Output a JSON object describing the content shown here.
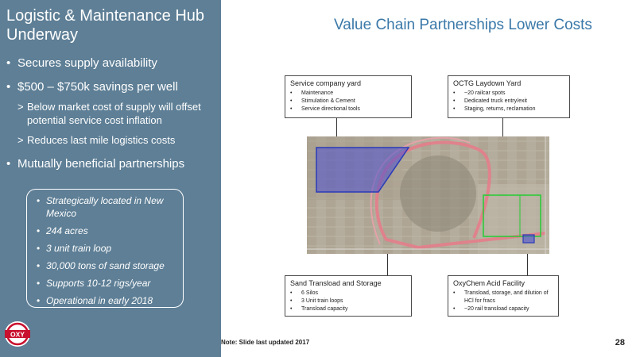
{
  "left": {
    "title": "Logistic & Maintenance Hub\nUnderway",
    "bullets": {
      "b1": "Secures supply availability",
      "b2": "$500 – $750k savings per well",
      "b2_sub1": "Below market cost of supply will offset potential service cost inflation",
      "b2_sub2": "Reduces last mile logistics costs",
      "b3": "Mutually beneficial partnerships"
    },
    "highlights": [
      "Strategically located in New Mexico",
      "244 acres",
      "3 unit train loop",
      "30,000 tons of sand storage",
      "Supports 10-12 rigs/year",
      "Operational in early 2018"
    ],
    "logo_text": "OXY"
  },
  "main_title": "Value Chain Partnerships Lower Costs",
  "callouts": {
    "service_yard": {
      "title": "Service company yard",
      "items": [
        "Maintenance",
        "Stimulation & Cement",
        "Service directional tools"
      ]
    },
    "octg": {
      "title": "OCTG Laydown Yard",
      "items": [
        "~20 railcar spots",
        "Dedicated truck entry/exit",
        "Staging, returns, reclamation"
      ]
    },
    "sand": {
      "title": "Sand Transload and Storage",
      "items": [
        "6 Silos",
        "3 Unit train loops",
        "Transload capacity"
      ]
    },
    "oxychem": {
      "title": "OxyChem Acid Facility",
      "items": [
        "Transload, storage, and dilution of HCl for fracs",
        "~20 rail transload capacity"
      ]
    }
  },
  "colors": {
    "panel": "#5e7f96",
    "title_blue": "#3a78a8",
    "rail_loop": "#e87a8a",
    "yard_blue": "#2a3bb8",
    "yard_green": "#22cc33"
  },
  "footnote": "Note: Slide last updated 2017",
  "page_number": "28"
}
